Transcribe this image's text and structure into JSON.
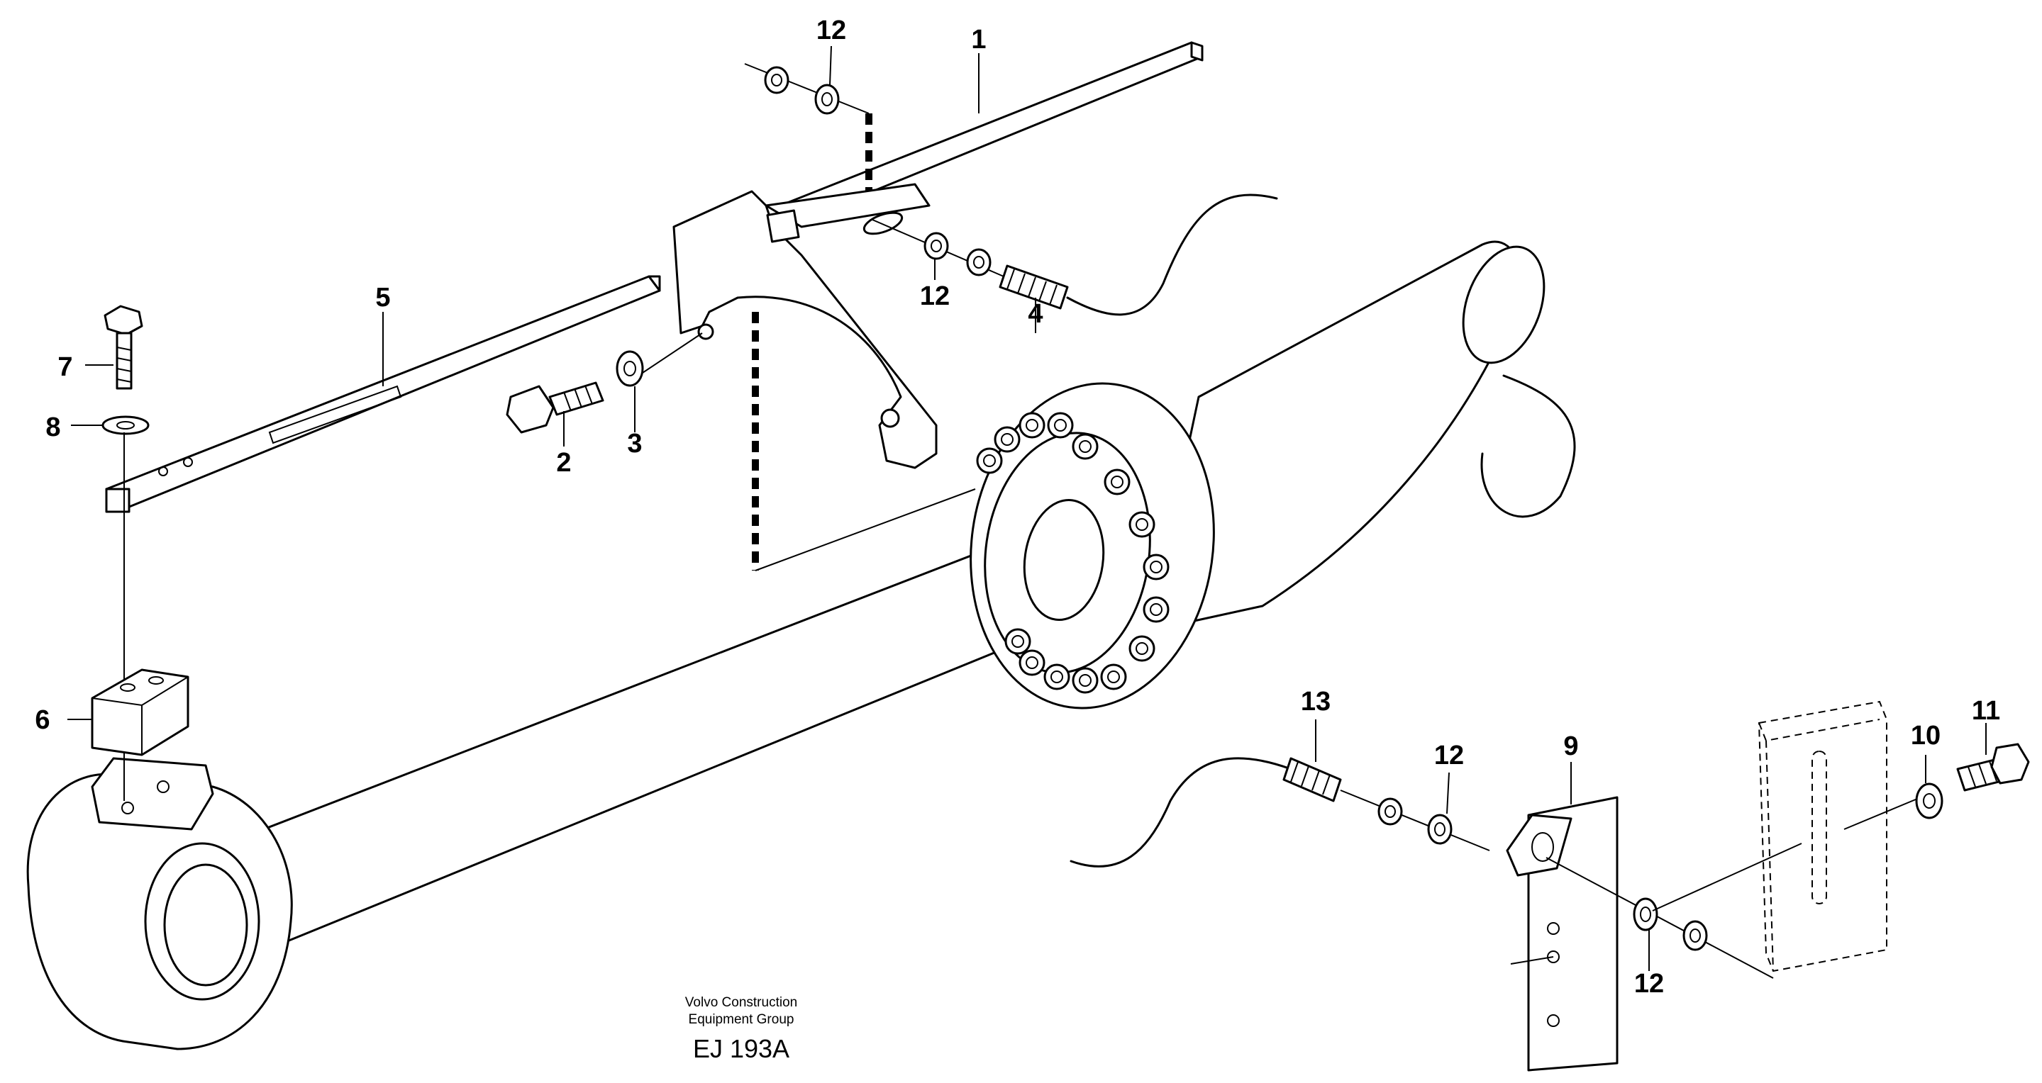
{
  "callouts": [
    {
      "id": "c1",
      "text": "1"
    },
    {
      "id": "c2",
      "text": "2"
    },
    {
      "id": "c3",
      "text": "3"
    },
    {
      "id": "c4",
      "text": "4"
    },
    {
      "id": "c5",
      "text": "5"
    },
    {
      "id": "c6",
      "text": "6"
    },
    {
      "id": "c7",
      "text": "7"
    },
    {
      "id": "c8",
      "text": "8"
    },
    {
      "id": "c9",
      "text": "9"
    },
    {
      "id": "c10",
      "text": "10"
    },
    {
      "id": "c11",
      "text": "11"
    },
    {
      "id": "c12a",
      "text": "12"
    },
    {
      "id": "c12b",
      "text": "12"
    },
    {
      "id": "c12c",
      "text": "12"
    },
    {
      "id": "c12d",
      "text": "12"
    },
    {
      "id": "c13",
      "text": "13"
    }
  ],
  "footer": {
    "company_line1": "Volvo Construction",
    "company_line2": "Equipment Group",
    "drawing_code": "EJ 193A"
  }
}
